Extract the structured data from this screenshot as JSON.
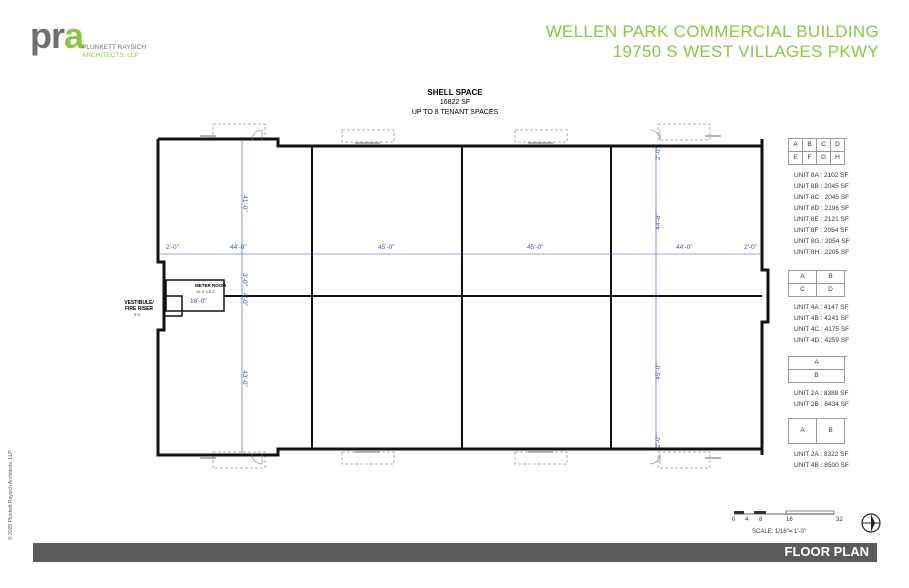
{
  "logo": {
    "mark_left": "pr",
    "mark_right": "a",
    "line1": "PLUNKETT RAYSICH",
    "line2": "ARCHITECTS, LLP"
  },
  "project": {
    "name": "WELLEN PARK COMMERCIAL BUILDING",
    "address": "19750 S WEST VILLAGES PKWY"
  },
  "shell": {
    "title": "SHELL SPACE",
    "area": "16822 SF",
    "note": "UP TO 8 TENANT SPACES"
  },
  "rooms": {
    "meter": "METER ROOM",
    "meter_dim": "10'-0\" x 8'-0\"",
    "vestibule": "VESTIBULE/ FIRE RISER",
    "vestibule_dim": "5'-0\""
  },
  "dims": {
    "left_end": "2'-0\"",
    "bay1": "44'-0\"",
    "bay2": "45'-0\"",
    "bay3": "45'-0\"",
    "bay4": "44'-0\"",
    "right_end": "2'-0\"",
    "upper_left": "41'-0\"",
    "mid_a": "3'-0\"",
    "mid_b": "4'-0\"",
    "lower_left": "43'-0\"",
    "upper_right": "44'-8\"",
    "lower_right": "45'-0\"",
    "top_right": "2'-0\"",
    "bot_right": "2'-0\"",
    "meter_width": "18'-0\""
  },
  "legend8": {
    "grid": [
      "A",
      "B",
      "C",
      "D",
      "E",
      "F",
      "G",
      "H"
    ],
    "units": [
      "UNIT 8A : 2102 SF",
      "UNIT 8B : 2045 SF",
      "UNIT 8C : 2045 SF",
      "UNIT 8D : 2196 SF",
      "UNIT 8E : 2121 SF",
      "UNIT 8F : 2054 SF",
      "UNIT 8G : 2054 SF",
      "UNIT 8H : 2205 SF"
    ]
  },
  "legend4": {
    "grid": [
      "A",
      "B",
      "C",
      "D"
    ],
    "units": [
      "UNIT 4A : 4147 SF",
      "UNIT 4B : 4241 SF",
      "UNIT 4C : 4175 SF",
      "UNIT 4D : 4259 SF"
    ]
  },
  "legend2": {
    "grid": [
      "A",
      "B"
    ],
    "units": [
      "UNIT 2A : 8388 SF",
      "UNIT 2B : 8434 SF"
    ]
  },
  "legend2v": {
    "grid": [
      "A",
      "B"
    ],
    "units": [
      "UNIT 2A : 8322 SF",
      "UNIT 4B : 8500 SF"
    ]
  },
  "scale": {
    "ticks": [
      "0",
      "4",
      "8",
      "16",
      "32"
    ],
    "label": "SCALE: 1/16\"= 1'-0\""
  },
  "copyright": "© 2025 Plunkett Raysich Architects, LLP",
  "footer": "FLOOR PLAN"
}
